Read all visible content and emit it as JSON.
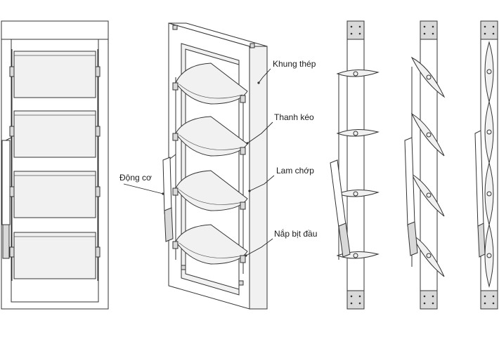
{
  "labels": {
    "frame": "Khung thép",
    "rod": "Thanh kéo",
    "blade": "Lam chớp",
    "endcap": "Nắp bịt đầu",
    "motor": "Động cơ"
  },
  "colors": {
    "line": "#333333",
    "panel_fill": "#f1f1f1",
    "background": "#ffffff"
  }
}
